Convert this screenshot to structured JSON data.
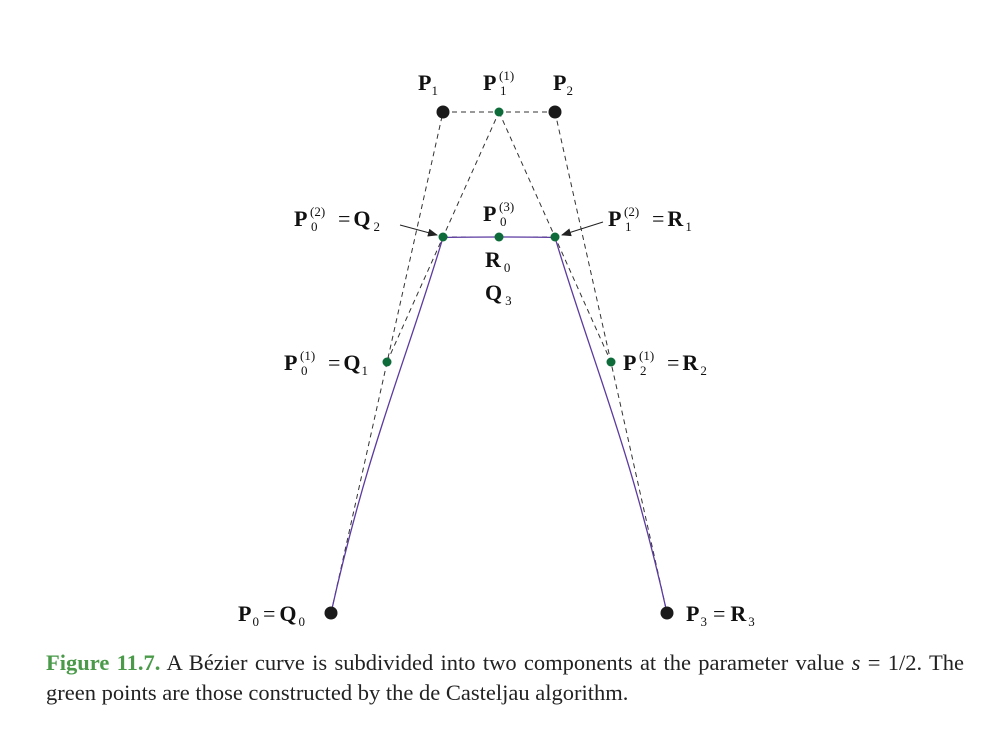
{
  "figure": {
    "labels": {
      "p1": {
        "base": "P",
        "sub": "1",
        "sup": ""
      },
      "p1_1": {
        "base": "P",
        "sub": "1",
        "sup": "(1)"
      },
      "p2": {
        "base": "P",
        "sub": "2",
        "sup": ""
      },
      "p0_2": {
        "base": "P",
        "sub": "0",
        "sup": "(2)",
        "eq": "=",
        "rhs": "Q",
        "rhs_sub": "2"
      },
      "p0_3": {
        "base": "P",
        "sub": "0",
        "sup": "(3)"
      },
      "p1_2": {
        "base": "P",
        "sub": "1",
        "sup": "(2)",
        "eq": "=",
        "rhs": "R",
        "rhs_sub": "1"
      },
      "r0": {
        "base": "R",
        "sub": "0"
      },
      "q3": {
        "base": "Q",
        "sub": "3"
      },
      "p0_1": {
        "base": "P",
        "sub": "0",
        "sup": "(1)",
        "eq": "=",
        "rhs": "Q",
        "rhs_sub": "1"
      },
      "p2_1": {
        "base": "P",
        "sub": "2",
        "sup": "(1)",
        "eq": "=",
        "rhs": "R",
        "rhs_sub": "2"
      },
      "p0": {
        "base": "P",
        "sub": "0",
        "eq": "=",
        "rhs": "Q",
        "rhs_sub": "0"
      },
      "p3": {
        "base": "P",
        "sub": "3",
        "eq": "=",
        "rhs": "R",
        "rhs_sub": "3"
      }
    },
    "colors": {
      "control_point": "#1a1a1a",
      "constructed_point": "#0e6b3a",
      "curve": "#5b3aa0",
      "dashed_line": "#333333"
    }
  },
  "caption": {
    "number": "Figure 11.7.",
    "text_1": " A Bézier curve is subdivided into two components at the parameter value ",
    "var_s": "s",
    "eq_value": " = 1/2",
    "text_2": ". The green points are those constructed by the de Casteljau algorithm."
  }
}
